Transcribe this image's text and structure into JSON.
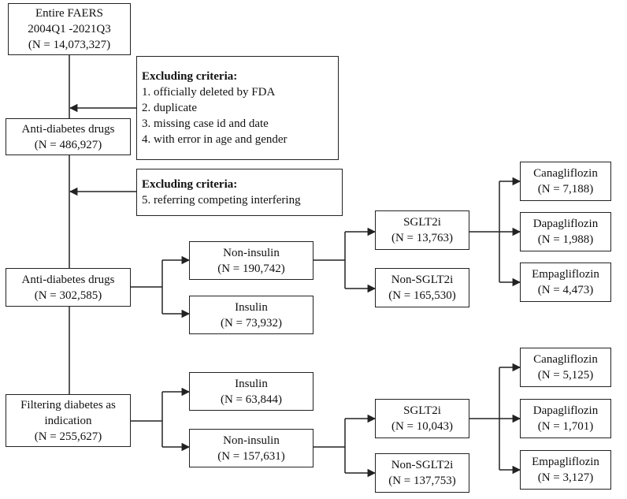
{
  "entire": {
    "l1": "Entire FAERS",
    "l2": "2004Q1 -2021Q3",
    "l3": "(N = 14,073,327)"
  },
  "excl1": {
    "heading": "Excluding criteria:",
    "items": [
      "1. officially deleted by FDA",
      "2. duplicate",
      "3. missing case id and date",
      "4. with error in age and gender"
    ]
  },
  "anti1": {
    "l1": "Anti-diabetes drugs",
    "l2": "(N = 486,927)"
  },
  "excl2": {
    "heading": "Excluding criteria:",
    "items": [
      "5. referring competing interfering"
    ]
  },
  "anti2": {
    "l1": "Anti-diabetes drugs",
    "l2": "(N = 302,585)"
  },
  "noninsulin1": {
    "l1": "Non-insulin",
    "l2": "(N = 190,742)"
  },
  "insulin1": {
    "l1": "Insulin",
    "l2": "(N = 73,932)"
  },
  "sglt1": {
    "l1": "SGLT2i",
    "l2": "(N = 13,763)"
  },
  "nonsglt1": {
    "l1": "Non-SGLT2i",
    "l2": "(N = 165,530)"
  },
  "cana1": {
    "l1": "Canagliflozin",
    "l2": "(N = 7,188)"
  },
  "dapa1": {
    "l1": "Dapagliflozin",
    "l2": "(N = 1,988)"
  },
  "empa1": {
    "l1": "Empagliflozin",
    "l2": "(N = 4,473)"
  },
  "filter": {
    "l1": "Filtering diabetes as",
    "l2": "indication",
    "l3": "(N = 255,627)"
  },
  "insulin2": {
    "l1": "Insulin",
    "l2": "(N = 63,844)"
  },
  "noninsulin2": {
    "l1": "Non-insulin",
    "l2": "(N = 157,631)"
  },
  "sglt2": {
    "l1": "SGLT2i",
    "l2": "(N = 10,043)"
  },
  "nonsglt2": {
    "l1": "Non-SGLT2i",
    "l2": "(N = 137,753)"
  },
  "cana2": {
    "l1": "Canagliflozin",
    "l2": "(N = 5,125)"
  },
  "dapa2": {
    "l1": "Dapagliflozin",
    "l2": "(N = 1,701)"
  },
  "empa2": {
    "l1": "Empagliflozin",
    "l2": "(N = 3,127)"
  }
}
